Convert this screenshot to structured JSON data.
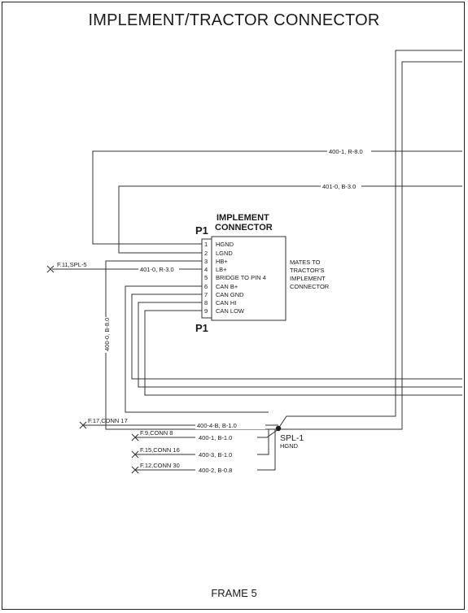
{
  "title": "IMPLEMENT/TRACTOR CONNECTOR",
  "footer": "FRAME 5",
  "connector": {
    "label_top": "P1",
    "label_bottom": "P1",
    "header_line1": "IMPLEMENT",
    "header_line2": "CONNECTOR",
    "note_lines": [
      "MATES TO",
      "TRACTOR'S",
      "IMPLEMENT",
      "CONNECTOR"
    ],
    "pins": [
      {
        "num": "1",
        "name": "HGND"
      },
      {
        "num": "2",
        "name": "LGND"
      },
      {
        "num": "3",
        "name": "HB+"
      },
      {
        "num": "4",
        "name": "LB+"
      },
      {
        "num": "5",
        "name": "BRIDGE TO PIN 4"
      },
      {
        "num": "6",
        "name": "CAN B+"
      },
      {
        "num": "7",
        "name": "CAN GND"
      },
      {
        "num": "8",
        "name": "CAN HI"
      },
      {
        "num": "9",
        "name": "CAN LOW"
      }
    ]
  },
  "wires": {
    "w400_1_r": "400-1, R-8.0",
    "w401_0_b": "401-0, B-3.0",
    "w401_0_r": "401-0, R-3.0",
    "w400_0": "400-0, B-8.0",
    "w400_4": "400-4-B, B-1.0",
    "w400_1_b": "400-1, B-1.0",
    "w400_3": "400-3, B-1.0",
    "w400_2": "400-2, B-0.8"
  },
  "refs": {
    "f11": "F.11,SPL-5",
    "f17": "F.17,CONN 17",
    "f9": "F.9,CONN 8",
    "f15": "F.15,CONN 16",
    "f12": "F.12,CONN 30"
  },
  "splice": {
    "name": "SPL-1",
    "sub": "HGND"
  }
}
